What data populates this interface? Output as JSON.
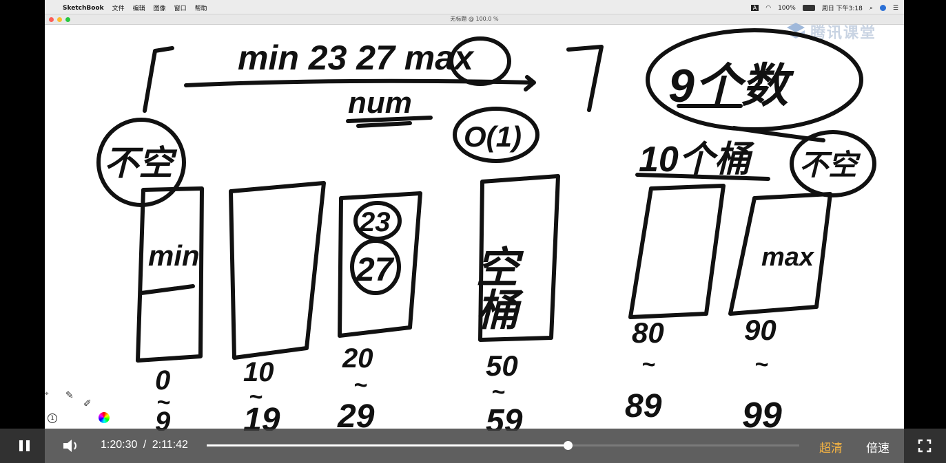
{
  "menubar": {
    "apple": "",
    "app_name": "SketchBook",
    "menus": [
      "文件",
      "编辑",
      "图像",
      "窗口",
      "帮助"
    ],
    "battery": "100%",
    "clock": "周日 下午3:18"
  },
  "window_title": "无标题 @ 100.0 %",
  "watermark": "腾讯课堂",
  "player": {
    "current_time": "1:20:30",
    "separator": "/",
    "duration": "2:11:42",
    "progress": 0.609,
    "quality_label": "超清",
    "speed_label": "倍速",
    "colors": {
      "quality": "#f5b342",
      "track_played": "#ffffff",
      "track": "#7a7a7a"
    }
  },
  "whiteboard": {
    "top_formula": "min 23 27 max",
    "num_label": "num",
    "complexity": "O(1)",
    "note_count": "9个数",
    "note_buckets": "10个桶",
    "not_empty_left": "不空",
    "not_empty_right": "不空",
    "bucket_contents": {
      "bucket_0": "min",
      "bucket_2_top": "23",
      "bucket_2_bottom": "27",
      "bucket_empty": "空桶",
      "bucket_last": "max"
    },
    "ranges": [
      {
        "top": "0",
        "mid": "~",
        "bottom": "9"
      },
      {
        "top": "10",
        "mid": "~",
        "bottom": "19"
      },
      {
        "top": "20",
        "mid": "~",
        "bottom": "29"
      },
      {
        "top": "50",
        "mid": "~",
        "bottom": "59"
      },
      {
        "top": "80",
        "mid": "~",
        "bottom": "89"
      },
      {
        "top": "90",
        "mid": "~",
        "bottom": "99"
      }
    ]
  }
}
